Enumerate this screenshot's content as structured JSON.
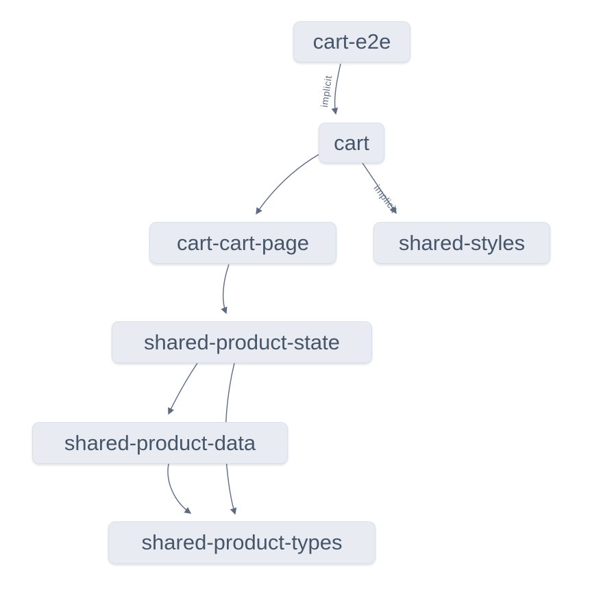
{
  "graph": {
    "nodes": [
      {
        "id": "cart-e2e",
        "label": "cart-e2e"
      },
      {
        "id": "cart",
        "label": "cart"
      },
      {
        "id": "cart-cart-page",
        "label": "cart-cart-page"
      },
      {
        "id": "shared-styles",
        "label": "shared-styles"
      },
      {
        "id": "shared-product-state",
        "label": "shared-product-state"
      },
      {
        "id": "shared-product-data",
        "label": "shared-product-data"
      },
      {
        "id": "shared-product-types",
        "label": "shared-product-types"
      }
    ],
    "edges": [
      {
        "from": "cart-e2e",
        "to": "cart",
        "label": "implicit"
      },
      {
        "from": "cart",
        "to": "cart-cart-page",
        "label": ""
      },
      {
        "from": "cart",
        "to": "shared-styles",
        "label": "implicit"
      },
      {
        "from": "cart-cart-page",
        "to": "shared-product-state",
        "label": ""
      },
      {
        "from": "shared-product-state",
        "to": "shared-product-data",
        "label": ""
      },
      {
        "from": "shared-product-state",
        "to": "shared-product-types",
        "label": ""
      },
      {
        "from": "shared-product-data",
        "to": "shared-product-types",
        "label": ""
      }
    ]
  },
  "colors": {
    "background": "#ffffff",
    "node_fill": "#e8ecf2",
    "node_border": "#d9dfe9",
    "node_text": "#475569",
    "edge_stroke": "#5d6a82",
    "edge_label": "#5d6a82"
  }
}
